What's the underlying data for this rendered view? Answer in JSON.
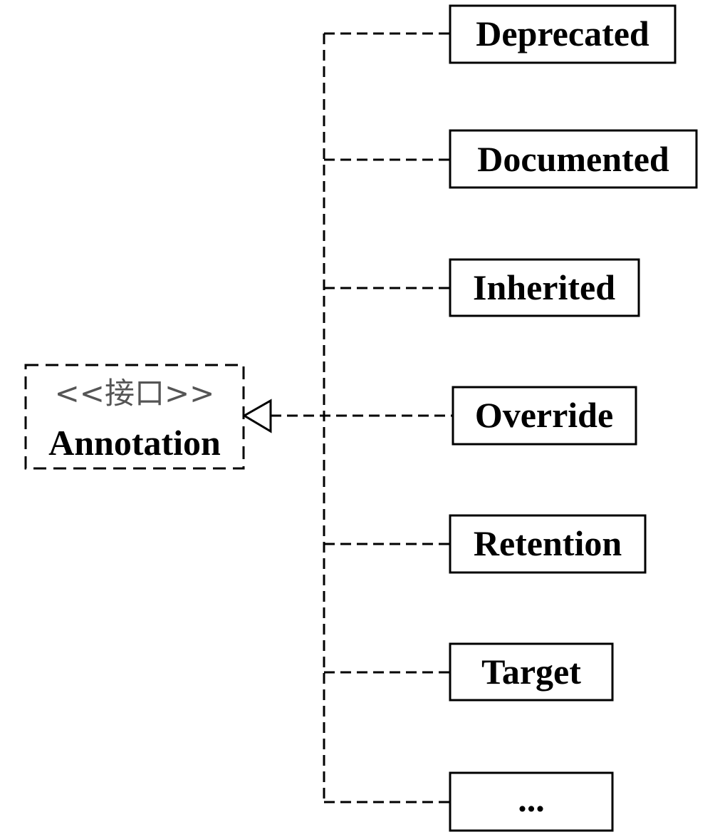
{
  "interface": {
    "stereotype": "<<接口>>",
    "name": "Annotation"
  },
  "implementations": [
    {
      "label": "Deprecated"
    },
    {
      "label": "Documented"
    },
    {
      "label": "Inherited"
    },
    {
      "label": "Override"
    },
    {
      "label": "Retention"
    },
    {
      "label": "Target"
    },
    {
      "label": "..."
    }
  ]
}
